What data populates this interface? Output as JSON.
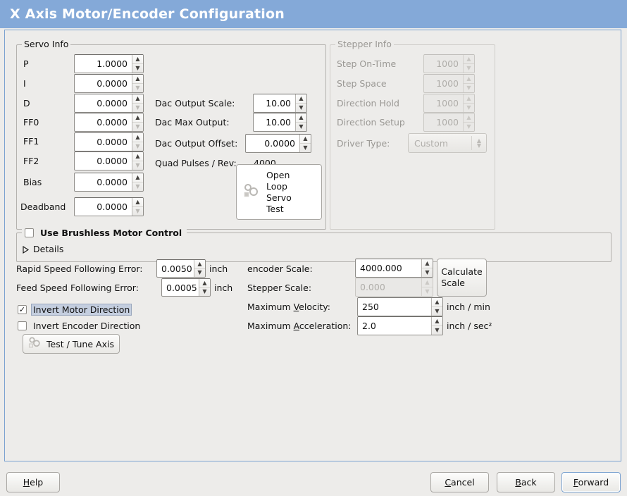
{
  "window": {
    "title": "X Axis Motor/Encoder Configuration",
    "title_bg": "#84a9d8",
    "title_fg": "#ffffff",
    "panel_border": "#7ba2d0",
    "bg": "#edecea"
  },
  "servo_info": {
    "legend": "Servo Info",
    "rows": [
      {
        "label": "P",
        "value": "1.0000",
        "down_dim": false
      },
      {
        "label": "I",
        "value": "0.0000",
        "down_dim": true
      },
      {
        "label": "D",
        "value": "0.0000",
        "down_dim": true
      },
      {
        "label": "FF0",
        "value": "0.0000",
        "down_dim": true
      },
      {
        "label": "FF1",
        "value": "0.0000",
        "down_dim": true
      },
      {
        "label": "FF2",
        "value": "0.0000",
        "down_dim": true
      },
      {
        "label": "Bias",
        "value": "0.0000",
        "down_dim": true
      },
      {
        "label": "Deadband",
        "value": "0.0000",
        "down_dim": true
      }
    ],
    "dac": [
      {
        "label": "Dac Output Scale:",
        "value": "10.00",
        "down_dim": false
      },
      {
        "label": "Dac Max Output:",
        "value": "10.00",
        "down_dim": false
      },
      {
        "label": "Dac Output Offset:",
        "value": "0.0000",
        "down_dim": false
      }
    ],
    "quad_label": "Quad Pulses / Rev:",
    "quad_value": "4000",
    "open_loop_button": [
      "Open",
      "Loop",
      "Servo",
      "Test"
    ],
    "open_loop_icon": "gears-icon"
  },
  "stepper_info": {
    "legend": "Stepper Info",
    "disabled": true,
    "rows": [
      {
        "label": "Step On-Time",
        "value": "1000"
      },
      {
        "label": "Step Space",
        "value": "1000"
      },
      {
        "label": "Direction Hold",
        "value": "1000"
      },
      {
        "label": "Direction Setup",
        "value": "1000"
      }
    ],
    "driver_type_label": "Driver Type:",
    "driver_type_value": "Custom"
  },
  "brushless": {
    "checkbox_label": "Use Brushless Motor Control",
    "checked": false,
    "details_label": "Details",
    "details_expanded": false
  },
  "tuning": {
    "rapid_label": "Rapid Speed Following Error:",
    "rapid_value": "0.0050",
    "rapid_unit": "inch",
    "feed_label": "Feed Speed Following Error:",
    "feed_value": "0.0005",
    "feed_unit": "inch",
    "invert_motor": {
      "label": "Invert Motor Direction",
      "checked": true,
      "focused": true
    },
    "invert_encoder": {
      "label": "Invert Encoder Direction",
      "checked": false,
      "focused": false
    },
    "test_tune_button": "Test / Tune Axis",
    "test_tune_icon": "gears-icon"
  },
  "scales": {
    "encoder_label": "encoder Scale:",
    "encoder_value": "4000.000",
    "stepper_label": "Stepper Scale:",
    "stepper_value": "0.000",
    "stepper_disabled": true,
    "calculate_button": [
      "Calculate",
      "Scale"
    ],
    "max_velocity_label_pre": "Maximum ",
    "max_velocity_label_mn": "V",
    "max_velocity_label_post": "elocity:",
    "max_velocity_value": "250",
    "max_velocity_unit": "inch / min",
    "max_accel_label_pre": "Maximum ",
    "max_accel_label_mn": "A",
    "max_accel_label_post": "cceleration:",
    "max_accel_value": "2.0",
    "max_accel_unit": "inch / sec²"
  },
  "footer": {
    "help": {
      "pre": "",
      "mn": "H",
      "post": "elp"
    },
    "cancel": {
      "pre": "",
      "mn": "C",
      "post": "ancel"
    },
    "back": {
      "pre": "",
      "mn": "B",
      "post": "ack"
    },
    "forward": {
      "pre": "",
      "mn": "F",
      "post": "orward",
      "focused": true
    }
  },
  "icons": {
    "arrow_up": "▲",
    "arrow_down": "▼",
    "check": "✓"
  }
}
